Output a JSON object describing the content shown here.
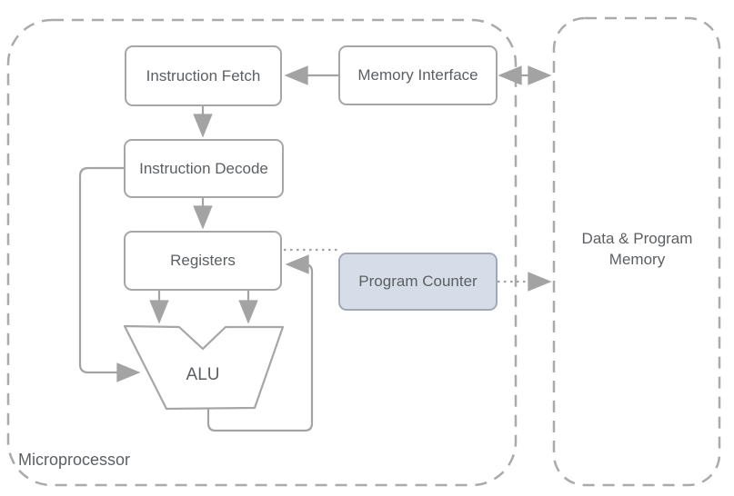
{
  "diagram": {
    "type": "block-diagram",
    "subject": "microprocessor-architecture"
  },
  "containers": {
    "microprocessor": {
      "label": "Microprocessor"
    },
    "data_program_memory": {
      "label_line1": "Data & Program",
      "label_line2": "Memory"
    }
  },
  "nodes": {
    "instruction_fetch": {
      "label": "Instruction Fetch"
    },
    "memory_interface": {
      "label": "Memory Interface"
    },
    "instruction_decode": {
      "label": "Instruction Decode"
    },
    "registers": {
      "label": "Registers"
    },
    "program_counter": {
      "label": "Program Counter"
    },
    "alu": {
      "label": "ALU"
    }
  },
  "edges": [
    {
      "from": "memory_interface",
      "to": "instruction_fetch",
      "style": "solid-arrow"
    },
    {
      "from": "instruction_fetch",
      "to": "instruction_decode",
      "style": "solid-arrow"
    },
    {
      "from": "instruction_decode",
      "to": "registers",
      "style": "solid-arrow"
    },
    {
      "from": "registers",
      "to": "alu",
      "style": "solid-arrow",
      "note": "left-operand"
    },
    {
      "from": "registers",
      "to": "alu",
      "style": "solid-arrow",
      "note": "right-operand"
    },
    {
      "from": "instruction_decode",
      "to": "alu",
      "style": "solid-arrow",
      "note": "left-side-loop"
    },
    {
      "from": "alu",
      "to": "registers",
      "style": "solid-arrow",
      "note": "result-feedback-loop"
    },
    {
      "from": "registers",
      "to": "program_counter",
      "style": "dotted-line"
    },
    {
      "from": "program_counter",
      "to": "data_program_memory",
      "style": "dotted-arrow"
    },
    {
      "from": "memory_interface",
      "to": "data_program_memory",
      "style": "solid-double-arrow"
    }
  ],
  "colors": {
    "canvas_background": "#ffffff",
    "container_dash_border": "#aaaaaa",
    "node_border": "#a6a6a6",
    "node_fill": "#ffffff",
    "program_counter_fill": "#d6dde9",
    "arrow": "#a3a3a3",
    "label_text": "#5c5f62"
  }
}
